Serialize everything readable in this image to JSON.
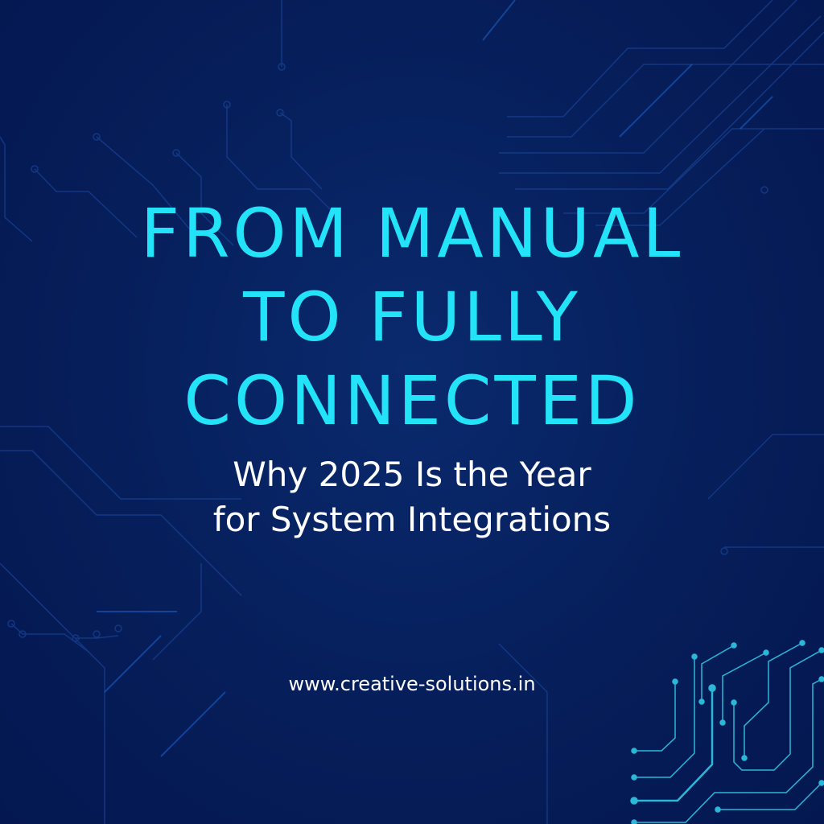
{
  "poster": {
    "title_lines": [
      "FROM MANUAL",
      "TO FULLY",
      "CONNECTED"
    ],
    "subtitle_lines": [
      "Why 2025 Is the Year",
      "for System Integrations"
    ],
    "website": "www.creative-solutions.in"
  },
  "colors": {
    "background": "#051c56",
    "title": "#22e3f7",
    "subtitle": "#ffffff",
    "circuit_accent": "#2bb8d8"
  },
  "decorations": {
    "background_pattern": "circuit-board-icon",
    "corner_graphic": "circuit-traces-icon"
  }
}
